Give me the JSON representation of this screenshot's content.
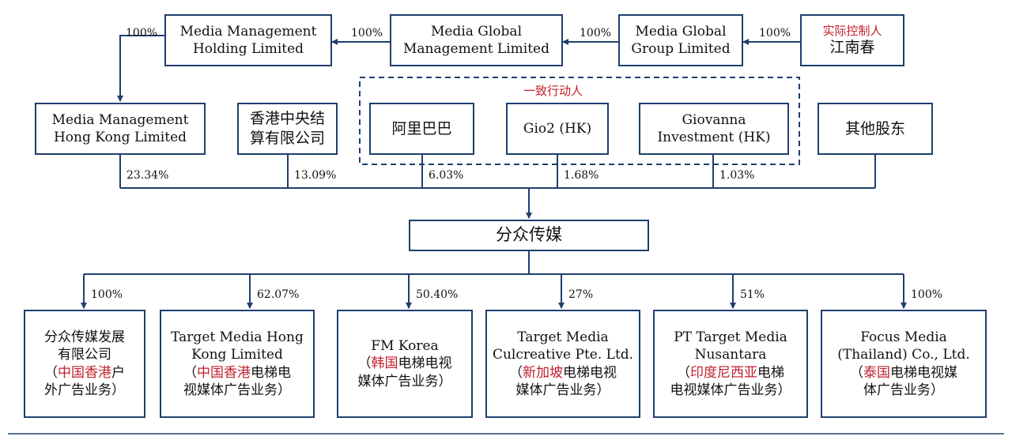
{
  "top": {
    "mmhl": "Media Management\nHolding Limited",
    "mgml": "Media Global\nManagement Limited",
    "mggl": "Media Global\nGroup Limited",
    "controller_tag": "实际控制人",
    "controller_name": "江南春",
    "pct_mmhl_to_mmhk": "100%",
    "pct_mgml_to_mmhl": "100%",
    "pct_mggl_to_mgml": "100%",
    "pct_jnc_to_mggl": "100%"
  },
  "shareholders": {
    "mmhk": "Media Management\nHong Kong Limited",
    "hkscc": "香港中央结\n算有限公司",
    "concert_label": "一致行动人",
    "alibaba": "阿里巴巴",
    "gio2": "Gio2 (HK)",
    "giovanna": "Giovanna\nInvestment (HK)",
    "others": "其他股东",
    "pct_mmhk": "23.34%",
    "pct_hkscc": "13.09%",
    "pct_alibaba": "6.03%",
    "pct_gio2": "1.68%",
    "pct_giovanna": "1.03%"
  },
  "center": {
    "name": "分众传媒"
  },
  "subsidiaries": [
    {
      "pct": "100%",
      "line1": "分众传媒发展\n有限公司",
      "red": "中国香港",
      "tail": "户\n外广告业务）"
    },
    {
      "pct": "62.07%",
      "line1": "Target Media Hong\nKong Limited",
      "red": "中国香港",
      "tail": "电梯电\n视媒体广告业务）"
    },
    {
      "pct": "50.40%",
      "line1": "FM Korea",
      "red": "韩国",
      "tail": "电梯电视\n媒体广告业务）"
    },
    {
      "pct": "27%",
      "line1": "Target Media\nCulcreative Pte. Ltd.",
      "red": "新加坡",
      "tail": "电梯电视\n媒体广告业务）"
    },
    {
      "pct": "51%",
      "line1": "PT Target Media\nNusantara",
      "red": "印度尼西亚",
      "tail": "电梯\n电视媒体广告业务）"
    },
    {
      "pct": "100%",
      "line1": "Focus Media\n(Thailand) Co., Ltd.",
      "red": "泰国",
      "tail": "电梯电视媒\n体广告业务）"
    }
  ],
  "colors": {
    "line": "#1f3f6e",
    "highlight": "#c0212d"
  }
}
